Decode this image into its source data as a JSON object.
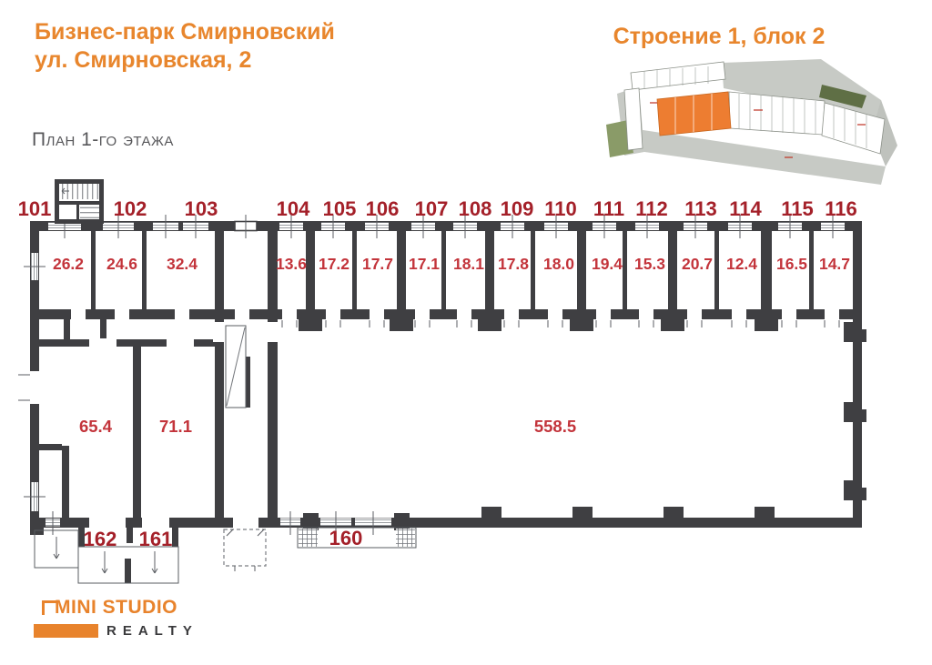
{
  "header": {
    "project_title_line1": "Бизнес-парк Смирновский",
    "project_title_line2": "ул. Смирновская, 2",
    "building_label": "Строение 1, блок 2",
    "floor_label": "План 1-го этажа"
  },
  "colors": {
    "accent_orange": "#E8862D",
    "room_number_red": "#A42029",
    "room_area_red": "#C3343B",
    "wall_dark": "#3F3F42",
    "site_highlight_orange": "#ED7D31"
  },
  "floor_plan": {
    "rooms": [
      {
        "number": "101",
        "area": "26.2"
      },
      {
        "number": "102",
        "area": "24.6"
      },
      {
        "number": "103",
        "area": "32.4"
      },
      {
        "number": "104",
        "area": "13.6"
      },
      {
        "number": "105",
        "area": "17.2"
      },
      {
        "number": "106",
        "area": "17.7"
      },
      {
        "number": "107",
        "area": "17.1"
      },
      {
        "number": "108",
        "area": "18.1"
      },
      {
        "number": "109",
        "area": "17.8"
      },
      {
        "number": "110",
        "area": "18.0"
      },
      {
        "number": "111",
        "area": "19.4"
      },
      {
        "number": "112",
        "area": "15.3"
      },
      {
        "number": "113",
        "area": "20.7"
      },
      {
        "number": "114",
        "area": "12.4"
      },
      {
        "number": "115",
        "area": "16.5"
      },
      {
        "number": "116",
        "area": "14.7"
      }
    ],
    "open_spaces": [
      {
        "area": "65.4"
      },
      {
        "area": "71.1"
      },
      {
        "area": "558.5"
      }
    ],
    "entrances": [
      {
        "number": "162"
      },
      {
        "number": "161"
      },
      {
        "number": "160"
      }
    ]
  },
  "logo": {
    "brand": "MINI STUDIO",
    "sub": "REALTY"
  }
}
